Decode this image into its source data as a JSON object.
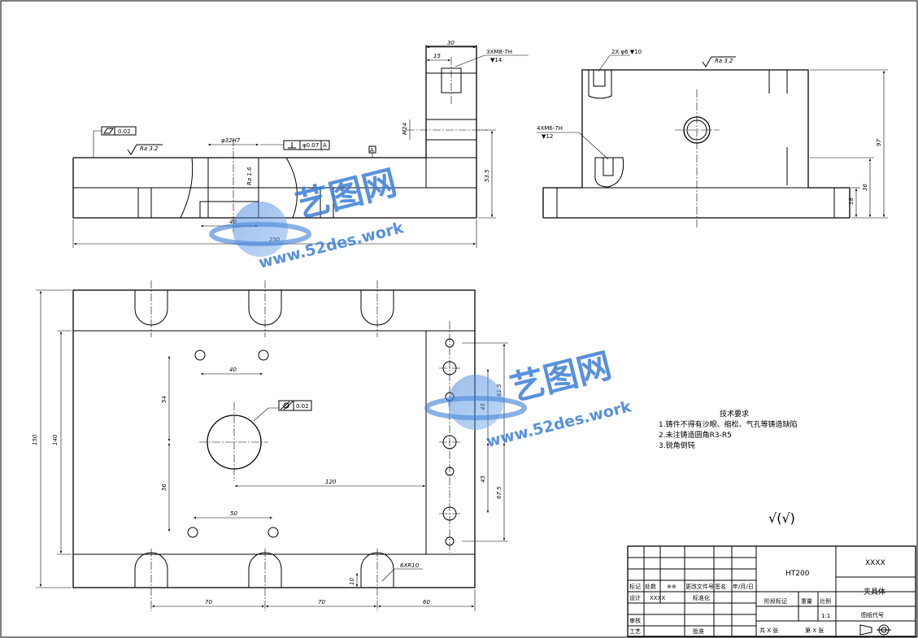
{
  "top_view": {
    "dims": {
      "d250": "250",
      "d40": "40",
      "d30": "30",
      "d15": "15",
      "d53_5": "53.5",
      "m24": "M24",
      "d97": "97",
      "d36": "36",
      "d18": "18"
    },
    "bore": "φ32H7",
    "flatness": "0.02",
    "roughness_a": "Ra 3.2",
    "roughness_b": "Ra 1.6",
    "roughness_c": "Ra 3.2",
    "perp_value": "φ0.07",
    "perp_datum": "A",
    "datum": "A",
    "thread_a_1": "3XM8-7H",
    "thread_a_2": "▼14",
    "thread_b_1": "2X φ6 ▼10",
    "thread_c_1": "4XM6-7H",
    "thread_c_2": "▼12"
  },
  "plan_view": {
    "dims": {
      "d150": "150",
      "d140": "140",
      "d40": "40",
      "d54": "54",
      "d56": "56",
      "d120": "120",
      "d50": "50",
      "d70a": "70",
      "d70b": "70",
      "d60": "60",
      "d10": "10",
      "d45a": "45",
      "d45b": "45",
      "d61_5": "61.5",
      "d67_5": "67.5"
    },
    "cyl": "0.02",
    "slot_note": "6XR10"
  },
  "tech": {
    "title": "技术要求",
    "items": [
      "1.铸件不得有沙眼、缩松、气孔等铸造缺陷",
      "2.未注铸造圆角R3-R5",
      "3.锐角倒钝"
    ]
  },
  "surface_symbol": "√(√)",
  "watermark": {
    "brand": "艺图网",
    "url": "www.52des.work"
  },
  "title_block": {
    "material": "HT200",
    "company": "XXXX",
    "part": "夹具体",
    "drawing_no": "图纸代号",
    "scale": "1:1",
    "r_mark": "标记",
    "r_count": "处数",
    "r_zone": "※※",
    "r_doc": "更改文件号",
    "r_sign": "签名",
    "r_date": "年/月/日",
    "design": "设计",
    "designer": "XXXX",
    "standard": "标准化",
    "stage": "阶段标记",
    "weight": "重量",
    "ratio": "比例",
    "review": "审核",
    "craft": "工艺",
    "approve": "批准",
    "total": "共 X 张",
    "sheet": "第 X 张"
  }
}
